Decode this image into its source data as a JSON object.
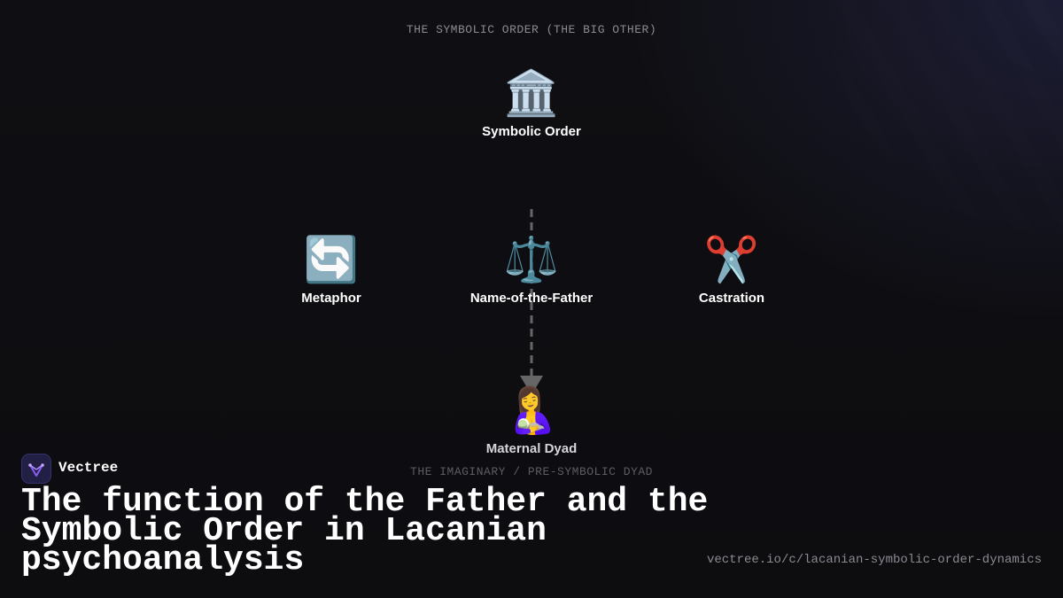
{
  "diagram": {
    "top_zone_label": "THE SYMBOLIC ORDER (THE BIG OTHER)",
    "bottom_zone_label": "THE IMAGINARY / PRE-SYMBOLIC DYAD",
    "nodes": {
      "symbolic_order": {
        "icon": "classical-building-icon",
        "glyph": "🏛️",
        "label": "Symbolic Order"
      },
      "metaphor": {
        "icon": "cycle-arrows-icon",
        "glyph": "🔄",
        "label": "Metaphor"
      },
      "name_of_father": {
        "icon": "balance-scale-icon",
        "glyph": "⚖️",
        "label": "Name-of-the-Father"
      },
      "castration": {
        "icon": "scissors-icon",
        "glyph": "✂️",
        "label": "Castration"
      },
      "maternal_dyad": {
        "icon": "woman-feeding-baby-icon",
        "glyph": "🤱",
        "label": "Maternal Dyad"
      }
    },
    "edges": [
      {
        "from": "name_of_father",
        "to": "maternal_dyad",
        "style": "dashed",
        "arrow": "down"
      }
    ],
    "colors": {
      "background": "#0f0f13",
      "edge": "#666666",
      "node_label": "#ffffff",
      "zone_label": "#8a8a92"
    }
  },
  "footer": {
    "brand": "Vectree",
    "title": "The function of the Father and the Symbolic Order in Lacanian psychoanalysis",
    "url": "vectree.io/c/lacanian-symbolic-order-dynamics",
    "logo_icon": "vectree-logo-icon",
    "accent": "#8a5cf6"
  }
}
